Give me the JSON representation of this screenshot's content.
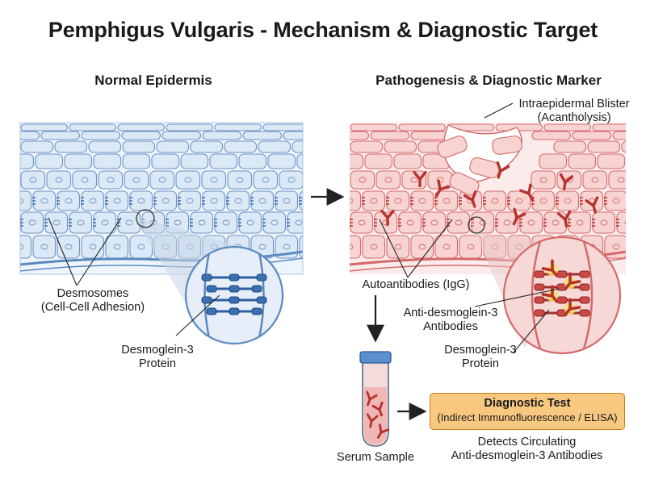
{
  "title": "Pemphigus Vulgaris - Mechanism & Diagnostic Target",
  "panels": {
    "left_heading": "Normal Epidermis",
    "right_heading": "Pathogenesis & Diagnostic Marker"
  },
  "labels": {
    "blister_line1": "Intraepidermal Blister",
    "blister_line2": "(Acantholysis)",
    "desmosomes_line1": "Desmosomes",
    "desmosomes_line2": "(Cell-Cell Adhesion)",
    "dsg3_left_line1": "Desmoglein-3",
    "dsg3_left_line2": "Protein",
    "autoantibodies": "Autoantibodies (IgG)",
    "anti_dsg3_line1": "Anti-desmoglein-3",
    "anti_dsg3_line2": "Antibodies",
    "dsg3_right_line1": "Desmoglein-3",
    "dsg3_right_line2": "Protein",
    "serum_sample": "Serum Sample",
    "detects_line1": "Detects Circulating",
    "detects_line2": "Anti-desmoglein-3 Antibodies"
  },
  "diagnostic_box": {
    "title": "Diagnostic Test",
    "subtitle": "(Indirect Immunofluorescence / ELISA)"
  },
  "colors": {
    "normal_fill": "#dbe8f5",
    "normal_stroke": "#5b8ac0",
    "disease_fill": "#f7d4d2",
    "disease_stroke": "#d46a6a",
    "desmosome": "#3a6fb0",
    "antibody": "#b5332c",
    "binding": "#f4e25c",
    "box_fill": "#f9c880",
    "box_border": "#c47e18"
  }
}
